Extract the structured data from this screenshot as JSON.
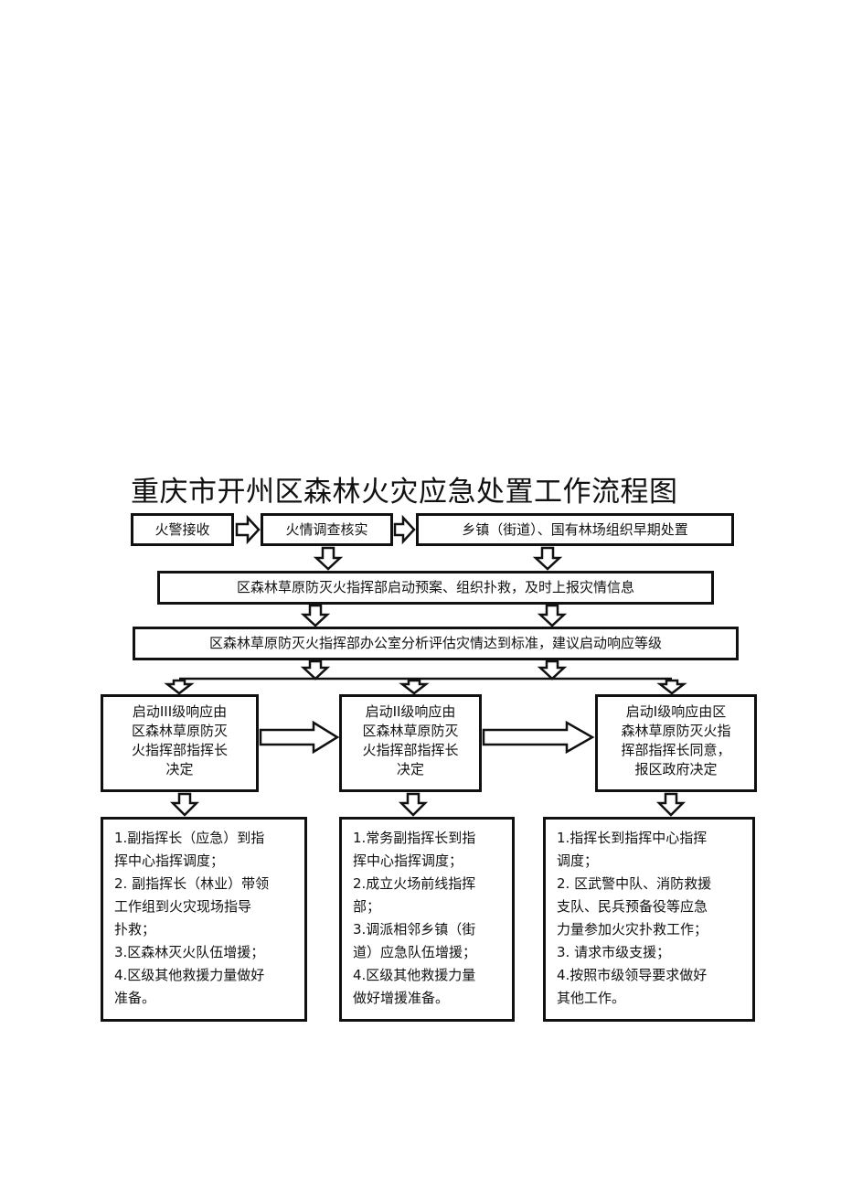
{
  "title": "重庆市开州区森林火灾应急处置工作流程图",
  "row1": {
    "box1": "火警接收",
    "box2": "火情调查核实",
    "box3": "乡镇（街道）、国有林场组织早期处置"
  },
  "step2": "区森林草原防灭火指挥部启动预案、组织扑救，及时上报灾情信息",
  "step3": "区森林草原防灭火指挥部办公室分析评估灾情达到标准，建议启动响应等级",
  "levels": [
    {
      "lines": [
        "启动III级响应由",
        "区森林草原防灭",
        "火指挥部指挥长",
        "决定"
      ]
    },
    {
      "lines": [
        "启动II级响应由",
        "区森林草原防灭",
        "火指挥部指挥长",
        "决定"
      ]
    },
    {
      "lines": [
        "启动I级响应由区",
        "森林草原防灭火指",
        "挥部指挥长同意，",
        "报区政府决定"
      ]
    }
  ],
  "actions": [
    {
      "items": [
        "1.副指挥长（应急）到指",
        "挥中心指挥调度；",
        "2.  副指挥长（林业）带领",
        "工作组到火灾现场指导",
        "扑救；",
        "3.区森林灭火队伍增援；",
        "4.区级其他救援力量做好",
        "准备。"
      ]
    },
    {
      "items": [
        "1.常务副指挥长到指",
        "挥中心指挥调度；",
        "2.成立火场前线指挥",
        "部；",
        "3.调派相邻乡镇（街",
        "道）应急队伍增援；",
        "4.区级其他救援力量",
        "做好增援准备。"
      ]
    },
    {
      "items": [
        "1.指挥长到指挥中心指挥",
        "调度；",
        "2.  区武警中队、消防救援",
        "支队、民兵预备役等应急",
        "力量参加火灾扑救工作；",
        "3.  请求市级支援；",
        "4.按照市级领导要求做好",
        "其他工作。"
      ]
    }
  ]
}
